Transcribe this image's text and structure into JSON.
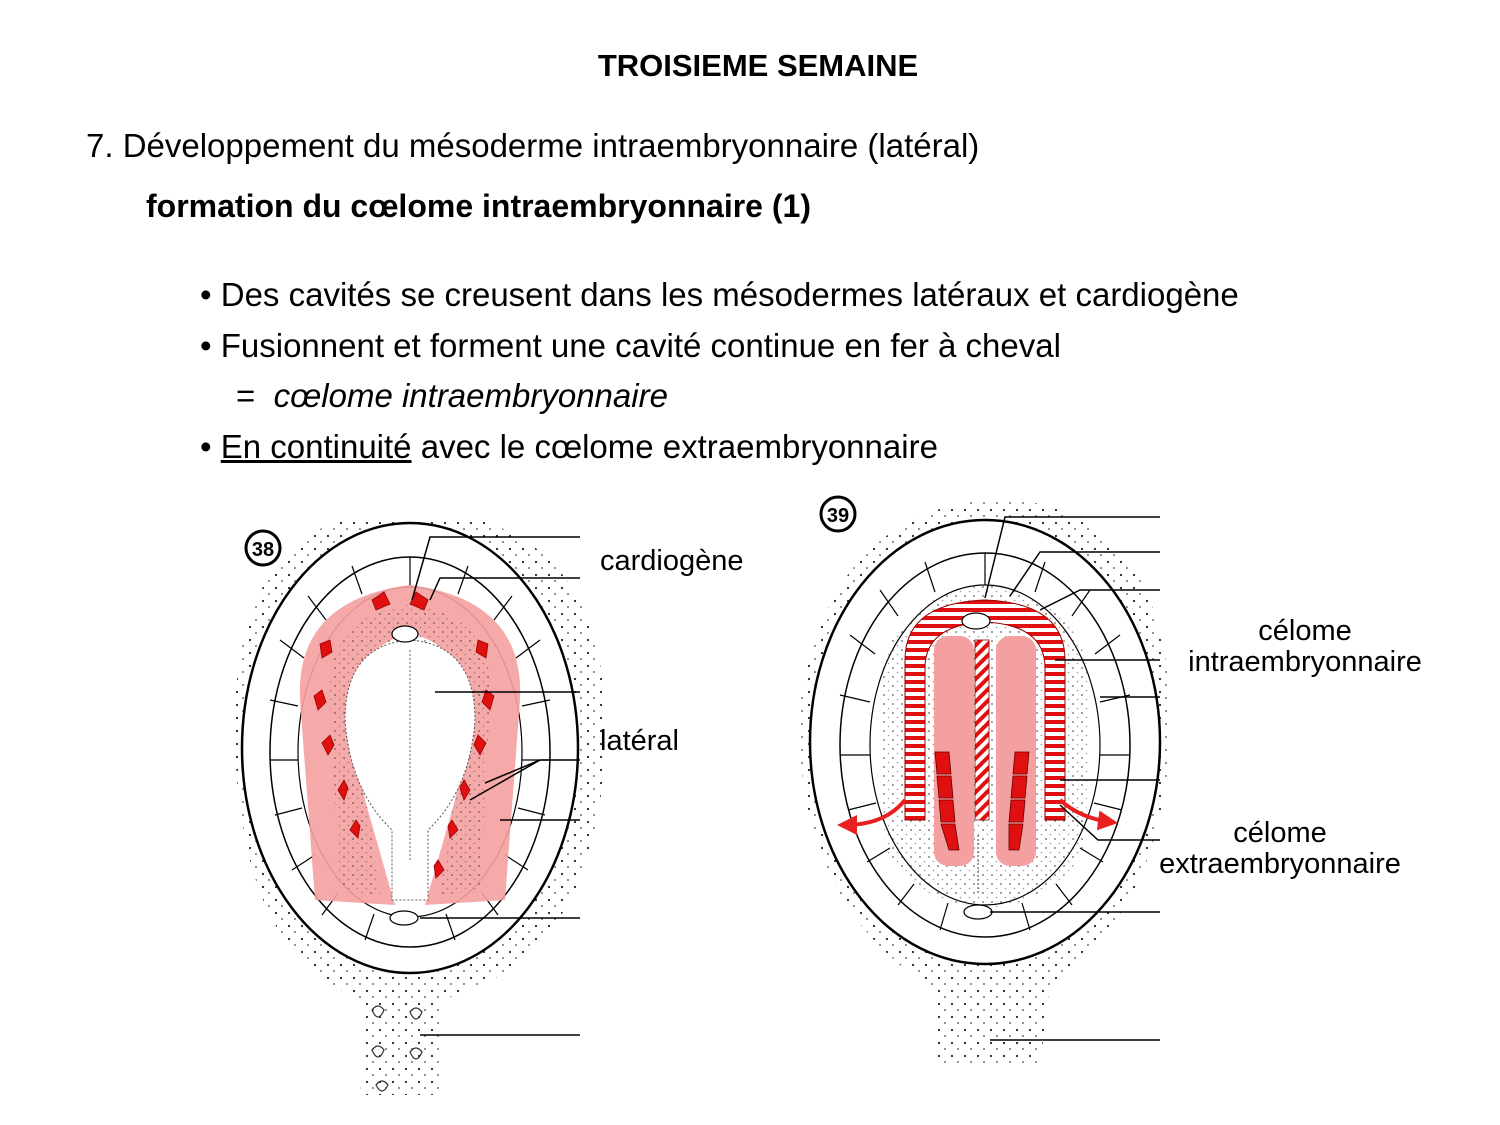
{
  "slide": {
    "title": "TROISIEME SEMAINE",
    "heading": "7. Développement du mésoderme intraembryonnaire (latéral)",
    "subheading": "formation du cœlome intraembryonnaire (1)"
  },
  "bullets": {
    "b1": "Des cavités se creusent dans les mésodermes latéraux et cardiogène",
    "b2": "Fusionnent et forment une cavité continue en fer à cheval",
    "b2_eq_sign": "=",
    "b2_eq_term": "cœlome intraembryonnaire",
    "b3_underlined": "En continuité",
    "b3_rest": " avec le cœlome extraembryonnaire"
  },
  "figure_left": {
    "number": "38",
    "label_cardiogene": "cardiogène",
    "label_lateral": "latéral"
  },
  "figure_right": {
    "number": "39",
    "label_intra_1": "célome",
    "label_intra_2": "intraembryonnaire",
    "label_extra_1": "célome",
    "label_extra_2": "extraembryonnaire"
  },
  "colors": {
    "highlight_pink": "#f4a0a0",
    "cavity_red": "#e01010",
    "arrow_red": "#e82020"
  }
}
